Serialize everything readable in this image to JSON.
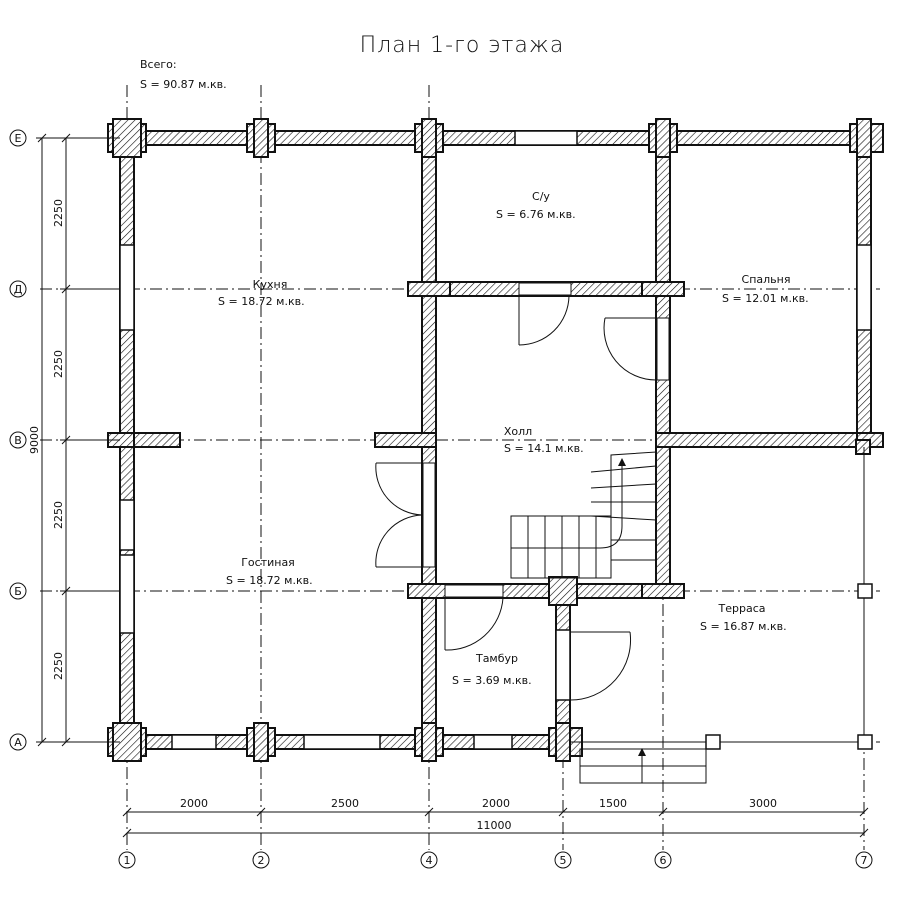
{
  "title": "План 1-го этажа",
  "total": {
    "label": "Всего:",
    "area": "S   =  90.87 м.кв."
  },
  "rooms": [
    {
      "name": "Кухня",
      "area": "S   =  18.72 м.кв."
    },
    {
      "name": "С/у",
      "area": "S   = 6.76 м.кв."
    },
    {
      "name": "Спальня",
      "area": "S   =  12.01 м.кв."
    },
    {
      "name": "Холл",
      "area": "S   =  14.1 м.кв."
    },
    {
      "name": "Гостиная",
      "area": "S   =  18.72 м.кв."
    },
    {
      "name": "Тамбур",
      "area": "S   = 3.69 м.кв."
    },
    {
      "name": "Терраса",
      "area": "S   =  16.87 м.кв."
    }
  ],
  "axes_rows": [
    "Е",
    "Д",
    "В",
    "Б",
    "А"
  ],
  "axes_cols": [
    "1",
    "2",
    "4",
    "5",
    "6",
    "7"
  ],
  "dims_vertical": [
    "2250",
    "2250",
    "2250",
    "2250"
  ],
  "dim_vertical_total": "9000",
  "dims_horizontal": [
    "2000",
    "2500",
    "2000",
    "1500",
    "3000"
  ],
  "dim_horizontal_total": "11000"
}
